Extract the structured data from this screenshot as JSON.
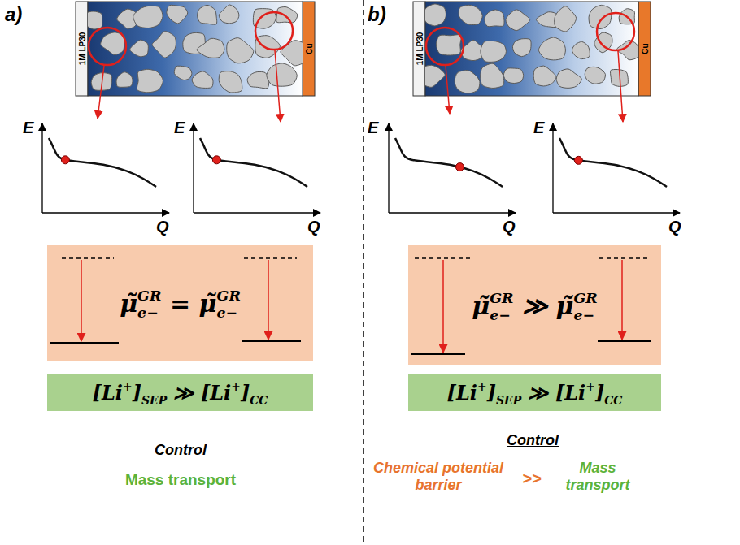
{
  "diagram": {
    "nodes": [
      {
        "text": [
          "1M LP30"
        ]
      },
      {
        "text": [
          "Cu"
        ]
      },
      {
        "text": [
          "μ̃",
          "GR",
          "e−",
          "=",
          "μ̃",
          "GR",
          "e−"
        ]
      },
      {
        "text": [
          "[Li",
          "+",
          "]",
          "SEP",
          "≫",
          "[Li",
          "+",
          "]",
          "CC"
        ]
      },
      {
        "text": [
          "1M LP30"
        ]
      },
      {
        "text": [
          "Cu"
        ]
      },
      {
        "text": [
          "μ̃",
          "GR",
          "e−",
          "≫",
          "μ̃",
          "GR",
          "e−"
        ]
      },
      {
        "text": [
          "[Li",
          "+",
          "]",
          "SEP",
          "≫",
          "[Li",
          "+",
          "]",
          "CC"
        ]
      }
    ],
    "labels": [
      "a)",
      "E",
      "Q",
      "E",
      "Q",
      "Control",
      "Mass transport",
      "b)",
      "E",
      "Q",
      "E",
      "Q",
      "Control",
      "Chemical potential barrier",
      ">>",
      "Mass transport"
    ]
  }
}
